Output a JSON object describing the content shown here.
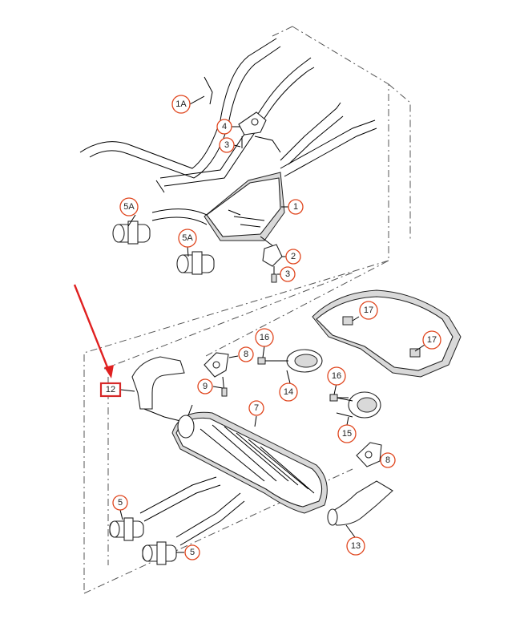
{
  "diagram": {
    "callouts": [
      {
        "id": "1A",
        "label": "1A"
      },
      {
        "id": "4",
        "label": "4"
      },
      {
        "id": "3a",
        "label": "3"
      },
      {
        "id": "5A-a",
        "label": "5A"
      },
      {
        "id": "1",
        "label": "1"
      },
      {
        "id": "5A-b",
        "label": "5A"
      },
      {
        "id": "2",
        "label": "2"
      },
      {
        "id": "3b",
        "label": "3"
      },
      {
        "id": "17a",
        "label": "17"
      },
      {
        "id": "17b",
        "label": "17"
      },
      {
        "id": "16a",
        "label": "16"
      },
      {
        "id": "8a",
        "label": "8"
      },
      {
        "id": "9",
        "label": "9"
      },
      {
        "id": "14",
        "label": "14"
      },
      {
        "id": "16b",
        "label": "16"
      },
      {
        "id": "7",
        "label": "7"
      },
      {
        "id": "15",
        "label": "15"
      },
      {
        "id": "8b",
        "label": "8"
      },
      {
        "id": "5a",
        "label": "5"
      },
      {
        "id": "5b",
        "label": "5"
      },
      {
        "id": "13",
        "label": "13"
      }
    ],
    "highlighted_label": "12",
    "colors": {
      "callout_ring": "#e0461e",
      "highlight_box": "#d62828",
      "arrow": "#e02020",
      "line_art": "#222222"
    }
  }
}
